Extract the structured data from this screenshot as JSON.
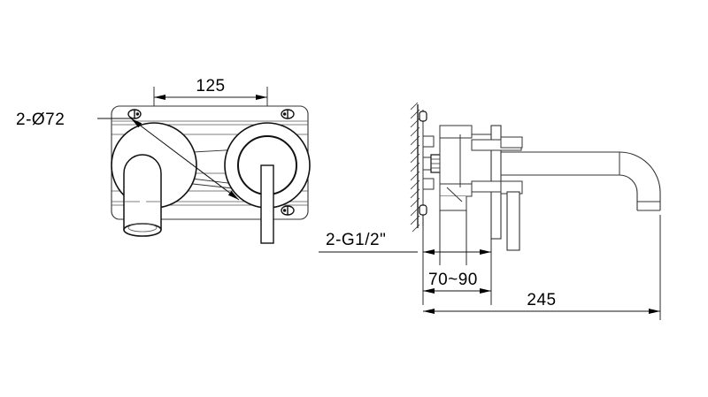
{
  "drawing": {
    "type": "engineering-drawing",
    "subject": "wall-mounted basin mixer faucet",
    "background_color": "#ffffff",
    "line_color": "#1a1a1a",
    "thin_line_color": "#555555",
    "text_color": "#000000",
    "views": [
      {
        "name": "front-view",
        "position": "left"
      },
      {
        "name": "side-section-view",
        "position": "right"
      }
    ],
    "annotations": [
      {
        "id": "bore-callout",
        "name": "2-Ø72",
        "text": "2-Ø72",
        "kind": "leader-callout",
        "view": "front-view",
        "meaning": "two bores of diameter 72"
      },
      {
        "id": "width-dim",
        "name": "125",
        "text": "125",
        "kind": "linear-dimension",
        "view": "front-view",
        "meaning": "centre to centre spacing 125"
      },
      {
        "id": "thread-callout",
        "name": "2-G1/2\"",
        "text": "2-G1/2\"",
        "kind": "leader-callout",
        "view": "side-section-view",
        "meaning": "two G1/2 inch threaded inlets"
      },
      {
        "id": "wall-depth-dim",
        "name": "70~90",
        "text": "70~90",
        "kind": "linear-dimension",
        "view": "side-section-view",
        "meaning": "adjustable rough-in depth range 70 to 90"
      },
      {
        "id": "projection-dim",
        "name": "245",
        "text": "245",
        "kind": "linear-dimension",
        "view": "side-section-view",
        "meaning": "total spout projection 245"
      }
    ]
  }
}
